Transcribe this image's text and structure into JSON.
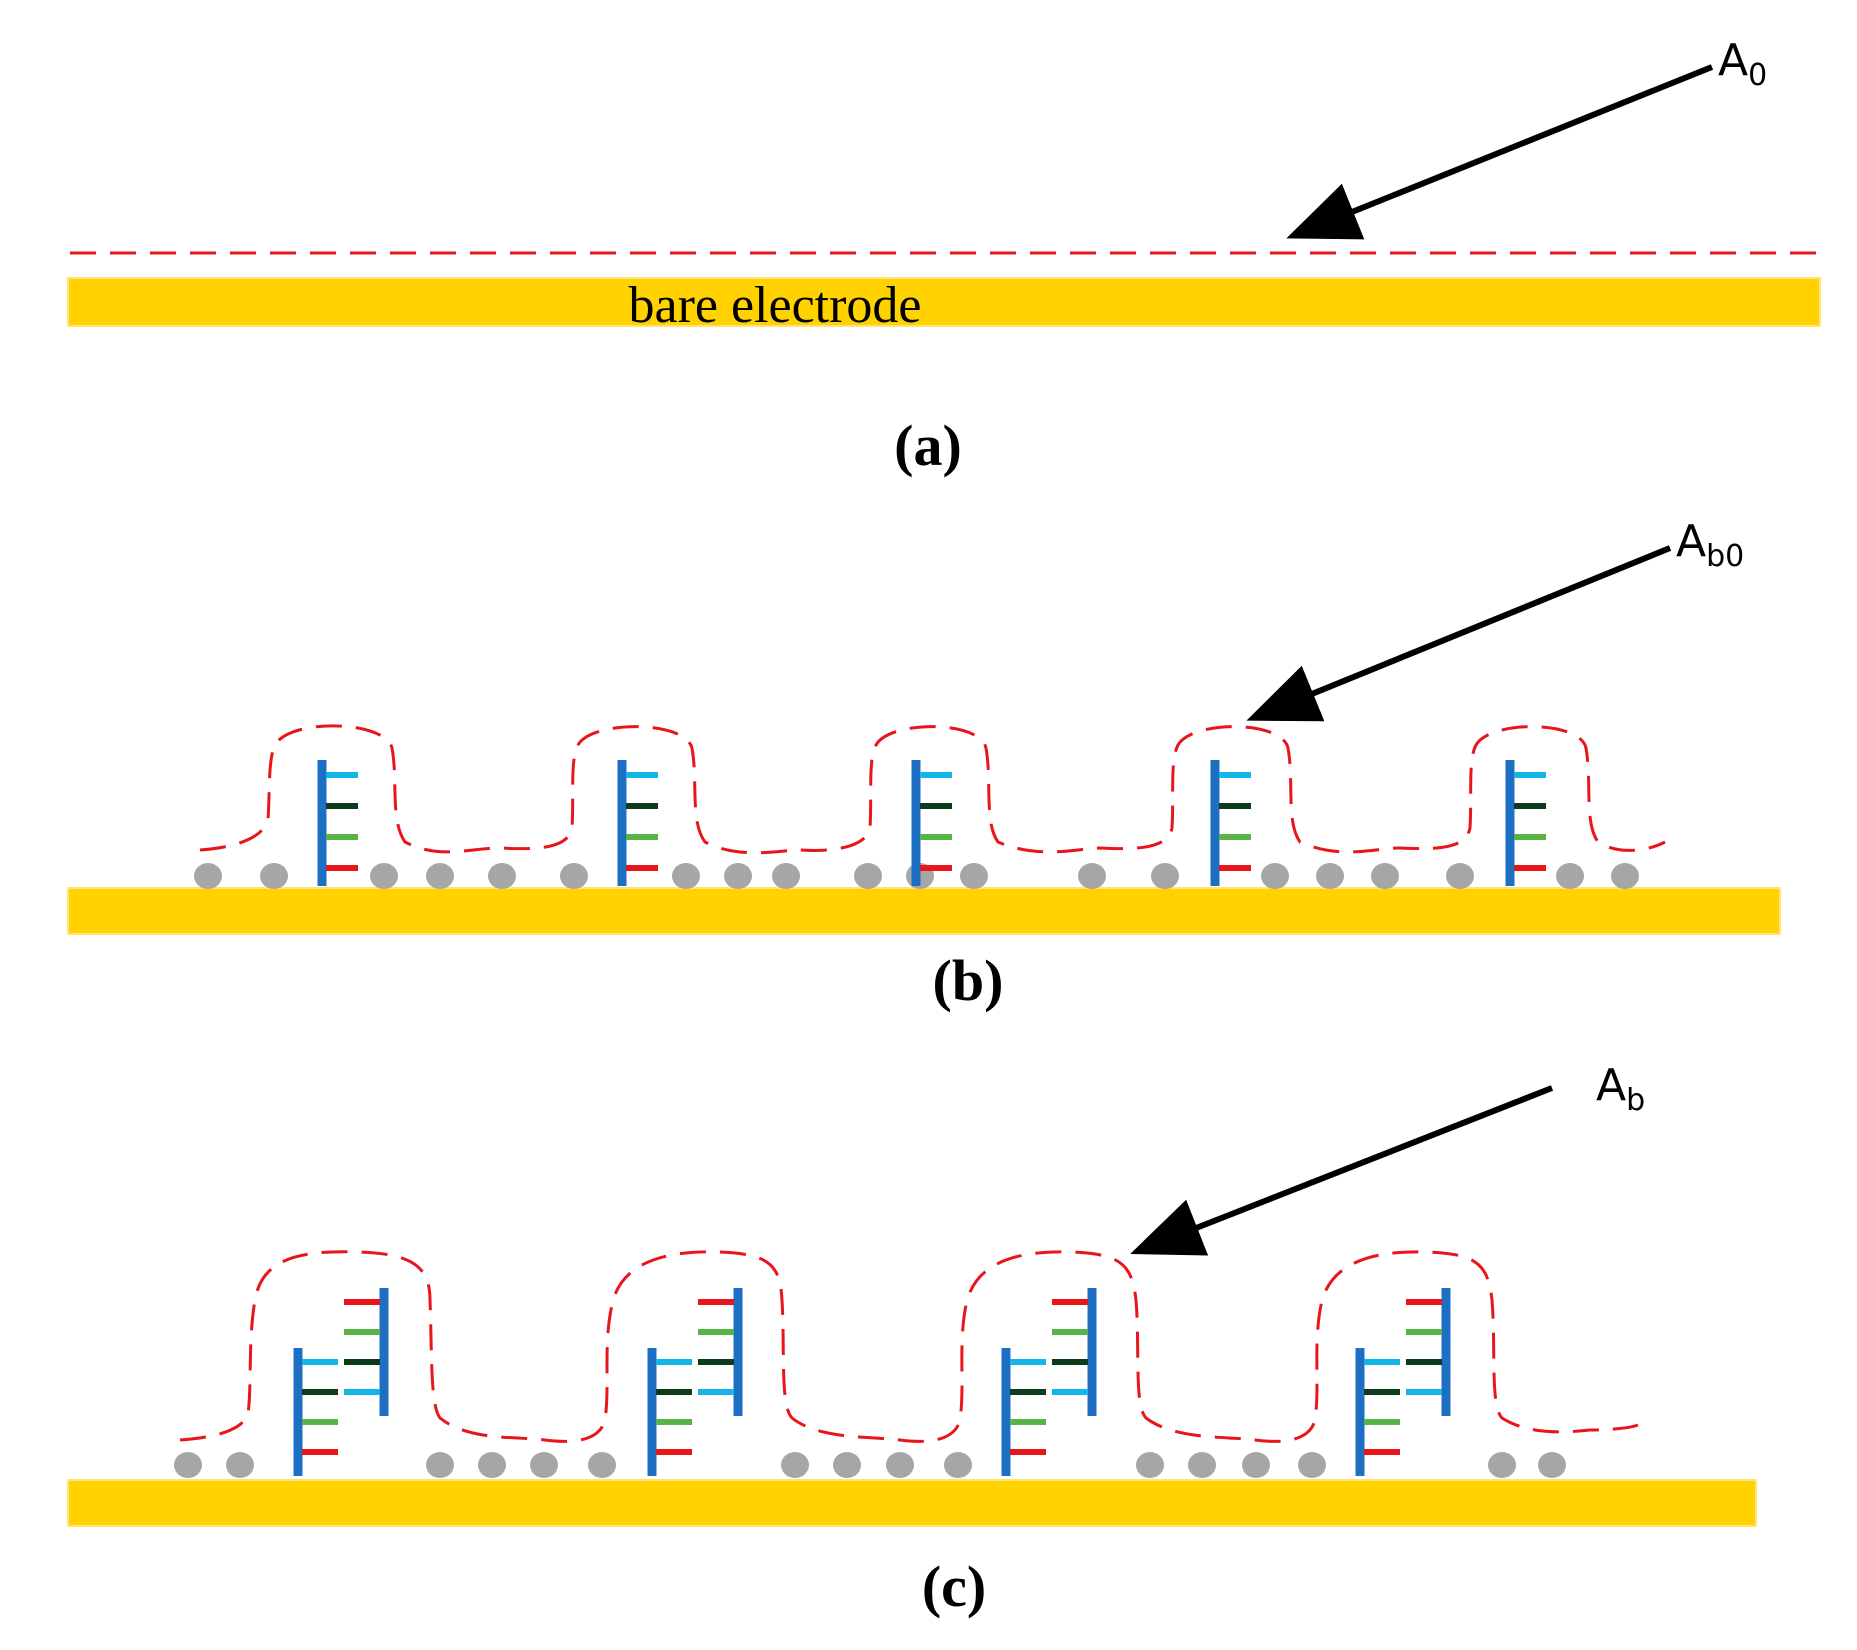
{
  "colors": {
    "electrode": "#FFD200",
    "electrode_edge": "#FFE37A",
    "boundary": "#E8151B",
    "dot": "#A6A6A6",
    "backbone": "#1C6FC3",
    "base_cyan": "#14B6EA",
    "base_dark": "#0C3A1A",
    "base_green": "#58B447",
    "base_red": "#E8151B",
    "arrow": "#000000"
  },
  "panels": [
    {
      "id": "a",
      "label": "(a)",
      "electrode_text": "bare electrode",
      "area_symbol": "A",
      "area_subscript": "0",
      "arrow_icon": "arrow-icon"
    },
    {
      "id": "b",
      "label": "(b)",
      "electrode_text": "",
      "area_symbol": "A",
      "area_subscript": "b0",
      "arrow_icon": "arrow-icon",
      "probe_icon": "single-strand-probe-icon",
      "probe_count": 5
    },
    {
      "id": "c",
      "label": "(c)",
      "electrode_text": "",
      "area_symbol": "A",
      "area_subscript": "b",
      "arrow_icon": "arrow-icon",
      "probe_icon": "double-strand-hybrid-icon",
      "probe_count": 4
    }
  ]
}
